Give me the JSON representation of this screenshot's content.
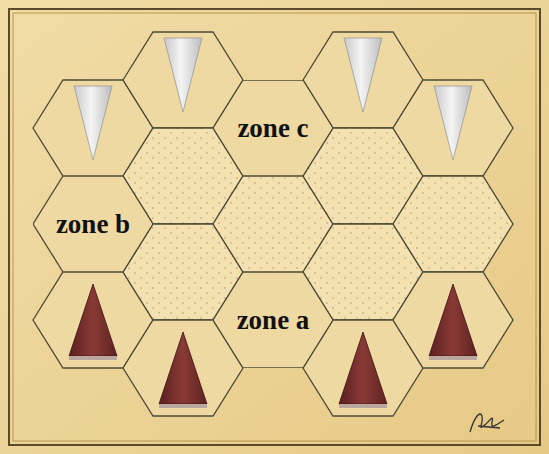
{
  "diagram": {
    "nodes": [
      {
        "text": [
          "zone c"
        ]
      },
      {
        "text": [
          "zone b"
        ]
      },
      {
        "text": [
          "zone a"
        ]
      }
    ]
  }
}
